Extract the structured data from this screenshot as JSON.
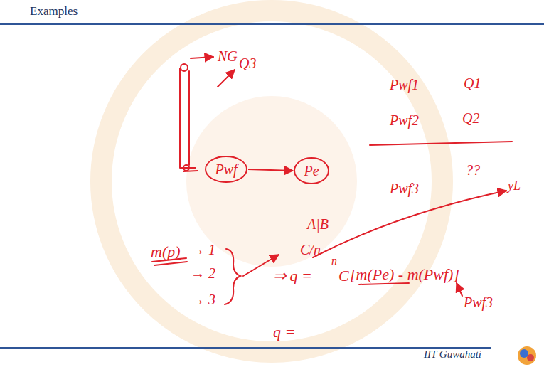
{
  "diagram": {
    "title": "Examples",
    "nodes": [
      {
        "text": [
          "Pwf"
        ]
      },
      {
        "text": [
          "Pe"
        ]
      }
    ],
    "edges": [
      {
        "from": 0,
        "to": 1,
        "arrow": "to"
      }
    ],
    "labels": [
      "NG",
      "Q3",
      "Pwf1",
      "Q1",
      "Pwf2",
      "Q2",
      "Pwf3",
      "??",
      "m(p)",
      "→ 1",
      "→ 2",
      "→ 3",
      "A|B",
      "C/n",
      "yL",
      "⇒ q =",
      "n",
      "C",
      "[m(Pe) - m(Pwf)]",
      "Pwf3",
      "q =",
      "IIT Guwahati"
    ]
  }
}
